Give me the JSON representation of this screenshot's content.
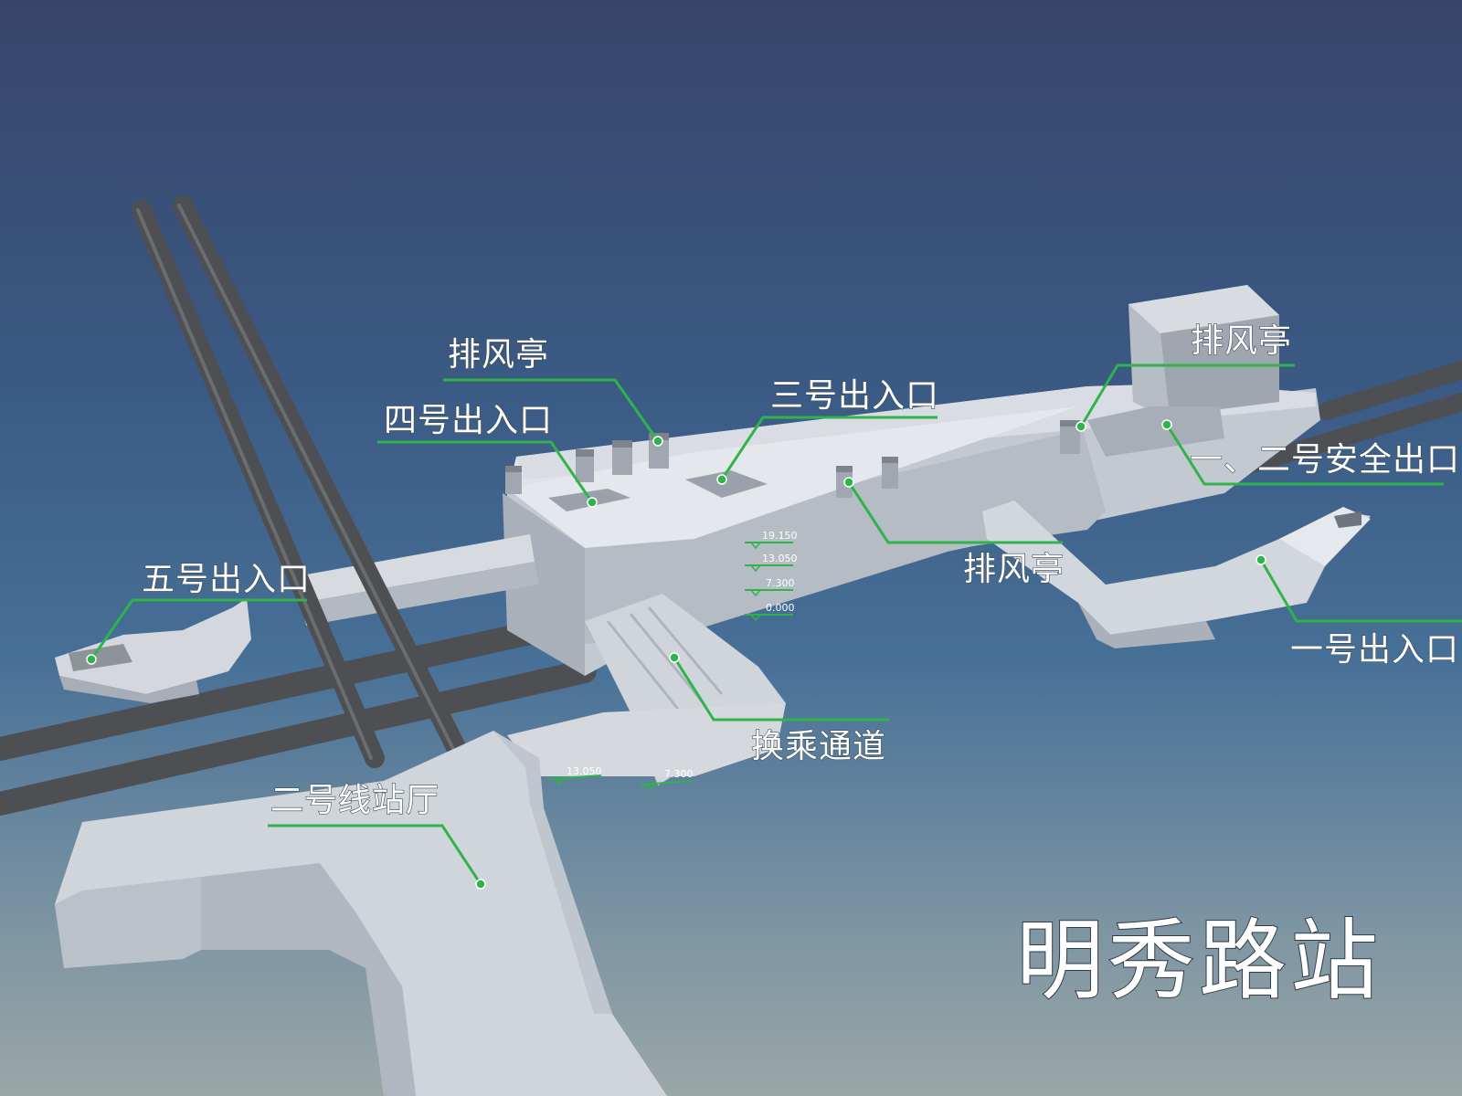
{
  "title": "明秀路站",
  "colors": {
    "background_top": "#38456a",
    "background_mid": "#3c6288",
    "background_bottom": "#98a4a4",
    "structure": "#c9cfd6",
    "leader": "#2fb34a",
    "tunnel_pipe": "#4d4f52"
  },
  "labels": {
    "vent_1": "排风亭",
    "exit_4": "四号出入口",
    "exit_3": "三号出入口",
    "vent_2": "排风亭",
    "safety_exit": "一、二号安全出口",
    "vent_3": "排风亭",
    "exit_5": "五号出入口",
    "exit_1": "一号出入口",
    "transfer": "换乘通道",
    "line2_hall": "二号线站厅"
  },
  "elevations": {
    "main": [
      "19.150",
      "13.050",
      "7.300",
      "0.000"
    ],
    "transfer_upper": "13.050",
    "transfer_lower": "7.300"
  }
}
